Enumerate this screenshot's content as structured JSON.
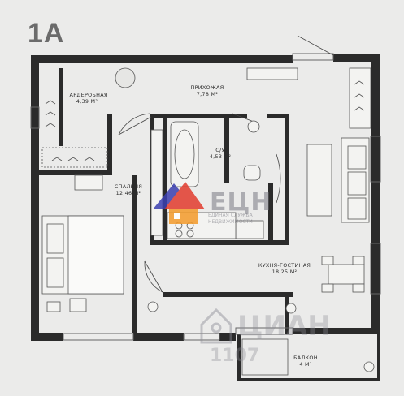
{
  "plan": {
    "unit": "1А",
    "rooms": [
      {
        "name": "ГАРДЕРОБНАЯ",
        "area": "4,39 М²"
      },
      {
        "name": "ПРИХОЖАЯ",
        "area": "7,78 М²"
      },
      {
        "name": "С/У",
        "area": "4,53 М²"
      },
      {
        "name": "СПАЛЬНЯ",
        "area": "12,46 М²"
      },
      {
        "name": "КУХНЯ-ГОСТИНАЯ",
        "area": "18,25 М²"
      },
      {
        "name": "БАЛКОН",
        "area": "4 М²"
      }
    ]
  },
  "watermarks": {
    "logo_main": "ЕЦН",
    "logo_sub1": "ЕДИНАЯ СЛУЖБА",
    "logo_sub2": "НЕДВИЖИМОСТИ",
    "cian": "ЦИАН",
    "cian_id": "1107"
  },
  "colors": {
    "wall": "#2b2b2b",
    "paper": "#ebebea",
    "logo_red": "#e23b2e",
    "logo_blue": "#3b3fb0",
    "logo_orange": "#f39a2a"
  }
}
